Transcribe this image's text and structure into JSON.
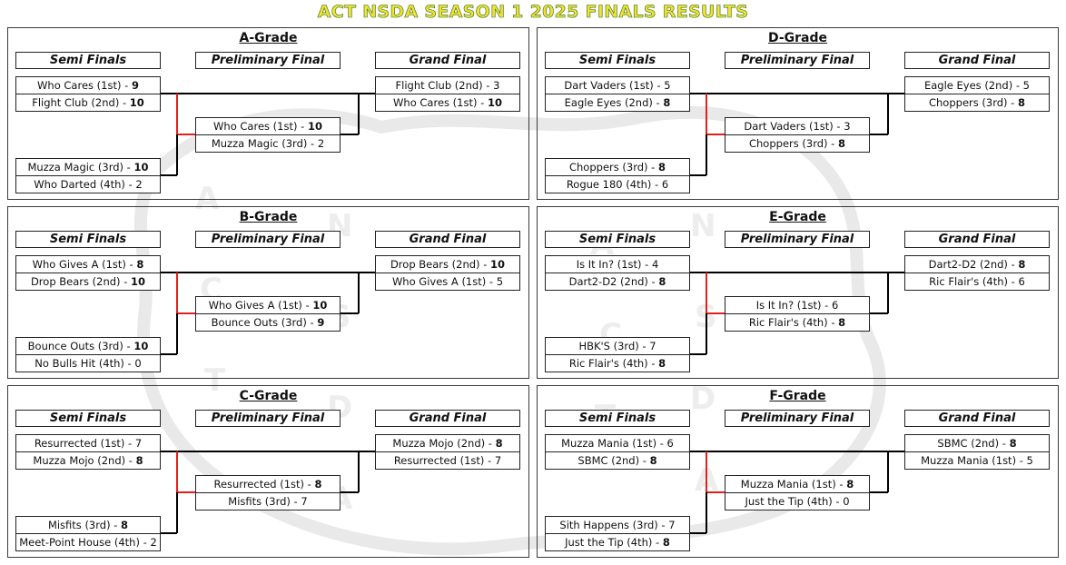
{
  "title": "ACT NSDA SEASON 1 2025 FINALS RESULTS",
  "headers": {
    "semi": "Semi Finals",
    "prelim": "Preliminary Final",
    "grand": "Grand Final"
  },
  "colors": {
    "title_fill": "#f2e12f",
    "title_outline": "#2c6b22",
    "winner_line": "#e02020",
    "line": "#000000"
  },
  "grades": [
    {
      "name": "A-Grade",
      "semi": [
        {
          "team": "Who Cares (1st)",
          "score": "9"
        },
        {
          "team": "Flight Club (2nd)",
          "score": "10"
        },
        {
          "team": "Muzza Magic (3rd)",
          "score": "10"
        },
        {
          "team": "Who Darted (4th)",
          "score": "2"
        }
      ],
      "prelim": [
        {
          "team": "Who Cares (1st)",
          "score": "10"
        },
        {
          "team": "Muzza Magic (3rd)",
          "score": "2"
        }
      ],
      "grand": [
        {
          "team": "Flight Club (2nd)",
          "score": "3"
        },
        {
          "team": "Who Cares (1st)",
          "score": "10"
        }
      ]
    },
    {
      "name": "D-Grade",
      "semi": [
        {
          "team": "Dart Vaders (1st)",
          "score": "5"
        },
        {
          "team": "Eagle Eyes (2nd)",
          "score": "8"
        },
        {
          "team": "Choppers (3rd)",
          "score": "8"
        },
        {
          "team": "Rogue 180 (4th)",
          "score": "6"
        }
      ],
      "prelim": [
        {
          "team": "Dart Vaders (1st)",
          "score": "3"
        },
        {
          "team": "Choppers (3rd)",
          "score": "8"
        }
      ],
      "grand": [
        {
          "team": "Eagle Eyes (2nd)",
          "score": "5"
        },
        {
          "team": "Choppers (3rd)",
          "score": "8"
        }
      ]
    },
    {
      "name": "B-Grade",
      "semi": [
        {
          "team": "Who Gives A (1st)",
          "score": "8"
        },
        {
          "team": "Drop Bears (2nd)",
          "score": "10"
        },
        {
          "team": "Bounce Outs (3rd)",
          "score": "10"
        },
        {
          "team": "No Bulls Hit (4th)",
          "score": "0"
        }
      ],
      "prelim": [
        {
          "team": "Who Gives A (1st)",
          "score": "10"
        },
        {
          "team": "Bounce Outs (3rd)",
          "score": "9"
        }
      ],
      "grand": [
        {
          "team": "Drop Bears (2nd)",
          "score": "10"
        },
        {
          "team": "Who Gives A (1st)",
          "score": "5"
        }
      ]
    },
    {
      "name": "E-Grade",
      "semi": [
        {
          "team": "Is It In? (1st)",
          "score": "4"
        },
        {
          "team": "Dart2-D2 (2nd)",
          "score": "8"
        },
        {
          "team": "HBK'S (3rd)",
          "score": "7"
        },
        {
          "team": "Ric Flair's (4th)",
          "score": "8"
        }
      ],
      "prelim": [
        {
          "team": "Is It In? (1st)",
          "score": "6"
        },
        {
          "team": "Ric Flair's (4th)",
          "score": "8"
        }
      ],
      "grand": [
        {
          "team": "Dart2-D2 (2nd)",
          "score": "8"
        },
        {
          "team": "Ric Flair's (4th)",
          "score": "6"
        }
      ]
    },
    {
      "name": "C-Grade",
      "semi": [
        {
          "team": "Resurrected (1st)",
          "score": "7"
        },
        {
          "team": "Muzza Mojo (2nd)",
          "score": "8"
        },
        {
          "team": "Misfits (3rd)",
          "score": "8"
        },
        {
          "team": "Meet-Point House (4th)",
          "score": "2"
        }
      ],
      "prelim": [
        {
          "team": "Resurrected (1st)",
          "score": "8"
        },
        {
          "team": "Misfits (3rd)",
          "score": "7"
        }
      ],
      "grand": [
        {
          "team": "Muzza Mojo (2nd)",
          "score": "8"
        },
        {
          "team": "Resurrected (1st)",
          "score": "7"
        }
      ]
    },
    {
      "name": "F-Grade",
      "semi": [
        {
          "team": "Muzza Mania (1st)",
          "score": "6"
        },
        {
          "team": "SBMC (2nd)",
          "score": "8"
        },
        {
          "team": "Sith Happens (3rd)",
          "score": "7"
        },
        {
          "team": "Just the Tip (4th)",
          "score": "8"
        }
      ],
      "prelim": [
        {
          "team": "Muzza Mania (1st)",
          "score": "8"
        },
        {
          "team": "Just the Tip (4th)",
          "score": "0"
        }
      ],
      "grand": [
        {
          "team": "SBMC (2nd)",
          "score": "8"
        },
        {
          "team": "Muzza Mania (1st)",
          "score": "5"
        }
      ]
    }
  ]
}
